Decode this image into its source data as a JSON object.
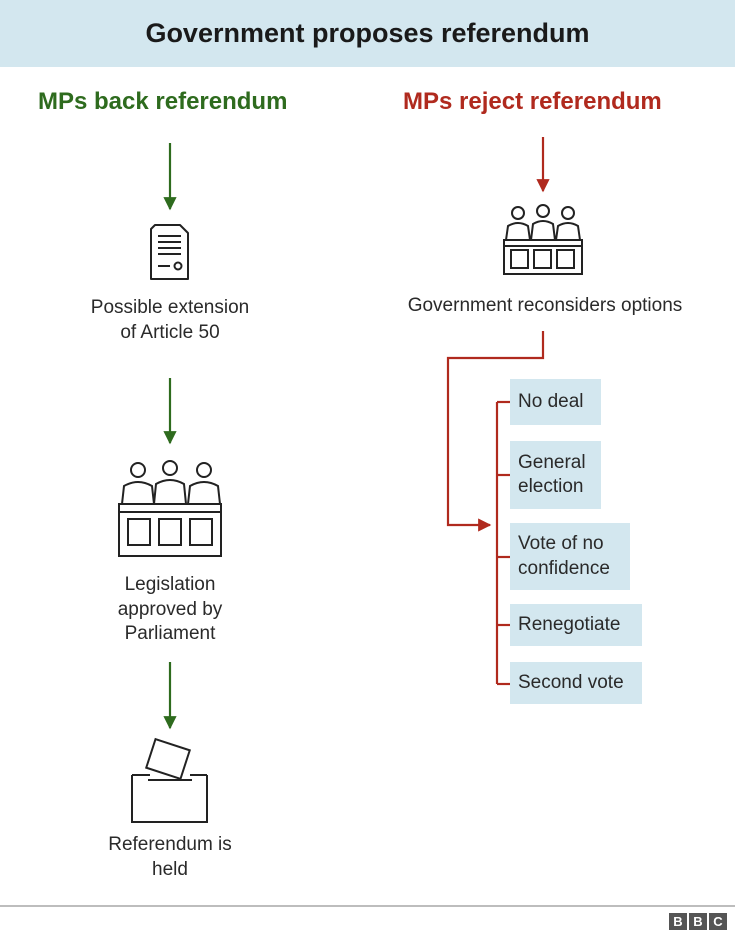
{
  "header": {
    "title": "Government proposes referendum"
  },
  "left": {
    "title": "MPs back referendum",
    "steps": [
      {
        "label": "Possible extension of Article 50",
        "icon": "document-icon"
      },
      {
        "label": "Legislation approved by Parliament",
        "icon": "parliament-icon"
      },
      {
        "label": "Referendum is held",
        "icon": "ballot-box-icon"
      }
    ]
  },
  "right": {
    "title": "MPs reject referendum",
    "step": {
      "label": "Government reconsiders options",
      "icon": "parliament-icon"
    },
    "options": [
      "No deal",
      "General election",
      "Vote of no confidence",
      "Renegotiate",
      "Second vote"
    ]
  },
  "footer": {
    "logo": [
      "B",
      "B",
      "C"
    ]
  },
  "colors": {
    "green": "#2e6b1e",
    "red": "#b02a1e",
    "panel": "#d3e7ef"
  }
}
